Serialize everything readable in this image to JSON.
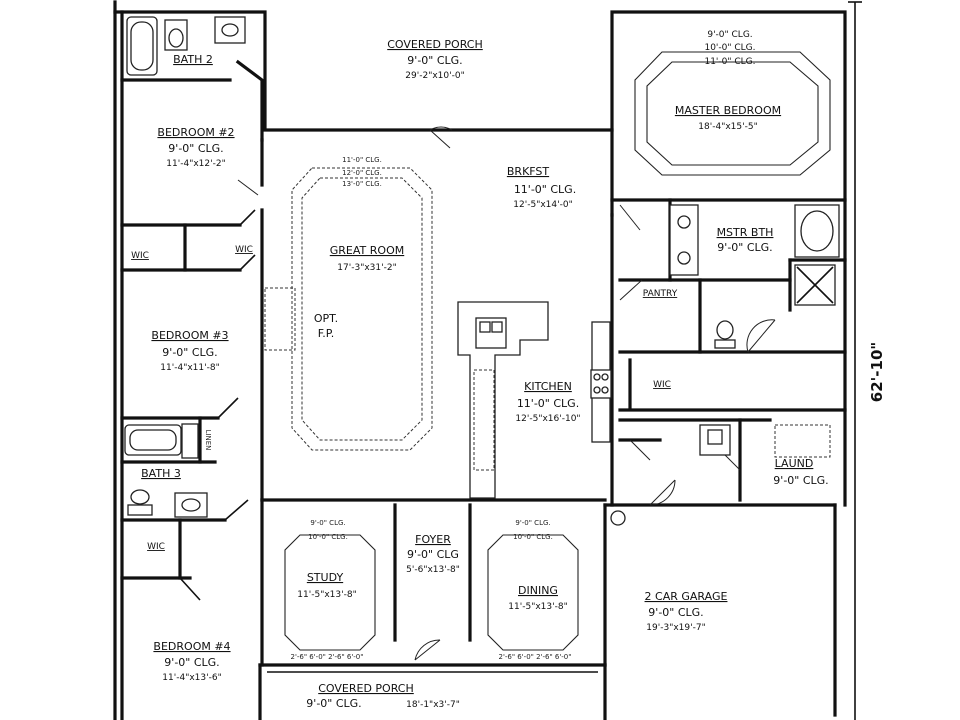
{
  "overall_dimension": "62'-10\"",
  "rooms": {
    "covered_porch_rear": {
      "name": "COVERED PORCH",
      "ceiling": "9'-0\" CLG.",
      "size": "29'-2\"x10'-0\""
    },
    "bath2": {
      "name": "BATH 2"
    },
    "bedroom2": {
      "name": "BEDROOM #2",
      "ceiling": "9'-0\" CLG.",
      "size": "11'-4\"x12'-2\""
    },
    "wic1": {
      "name": "WIC"
    },
    "wic2": {
      "name": "WIC"
    },
    "bedroom3": {
      "name": "BEDROOM #3",
      "ceiling": "9'-0\" CLG.",
      "size": "11'-4\"x11'-8\""
    },
    "linen": {
      "name": "LINEN"
    },
    "bath3": {
      "name": "BATH 3"
    },
    "wic3": {
      "name": "WIC"
    },
    "bedroom4": {
      "name": "BEDROOM #4",
      "ceiling": "9'-0\" CLG.",
      "size": "11'-4\"x13'-6\""
    },
    "great_room": {
      "name": "GREAT ROOM",
      "size": "17'-3\"x31'-2\"",
      "tray1": "11'-0\" CLG.",
      "tray2": "12'-0\" CLG.",
      "tray3": "13'-0\" CLG."
    },
    "fireplace": {
      "line1": "OPT.",
      "line2": "F.P."
    },
    "brkfst": {
      "name": "BRKFST",
      "ceiling": "11'-0\" CLG.",
      "size": "12'-5\"x14'-0\""
    },
    "kitchen": {
      "name": "KITCHEN",
      "ceiling": "11'-0\" CLG.",
      "size": "12'-5\"x16'-10\""
    },
    "master_bedroom": {
      "name": "MASTER BEDROOM",
      "size": "18'-4\"x15'-5\"",
      "tray1": "9'-0\" CLG.",
      "tray2": "10'-0\" CLG.",
      "tray3": "11'-0\" CLG."
    },
    "master_bath": {
      "name": "MSTR BTH",
      "ceiling": "9'-0\" CLG."
    },
    "pantry": {
      "name": "PANTRY"
    },
    "master_wic": {
      "name": "WIC"
    },
    "laund": {
      "name": "LAUND",
      "ceiling": "9'-0\" CLG."
    },
    "study": {
      "name": "STUDY",
      "size": "11'-5\"x13'-8\"",
      "tray1": "9'-0\" CLG.",
      "tray2": "10'-0\" CLG.",
      "widths": "2'-6\" 6'-0\" 2'-6\" 6'-0\""
    },
    "foyer": {
      "name": "FOYER",
      "ceiling": "9'-0\" CLG",
      "size": "5'-6\"x13'-8\""
    },
    "dining": {
      "name": "DINING",
      "size": "11'-5\"x13'-8\"",
      "tray1": "9'-0\" CLG.",
      "tray2": "10'-0\" CLG.",
      "widths": "2'-6\" 6'-0\" 2'-6\" 6'-0\""
    },
    "garage": {
      "name": "2 CAR GARAGE",
      "ceiling": "9'-0\" CLG.",
      "size": "19'-3\"x19'-7\""
    },
    "covered_porch_front": {
      "name": "COVERED PORCH",
      "ceiling": "9'-0\" CLG.",
      "size": "18'-1\"x3'-7\""
    }
  }
}
